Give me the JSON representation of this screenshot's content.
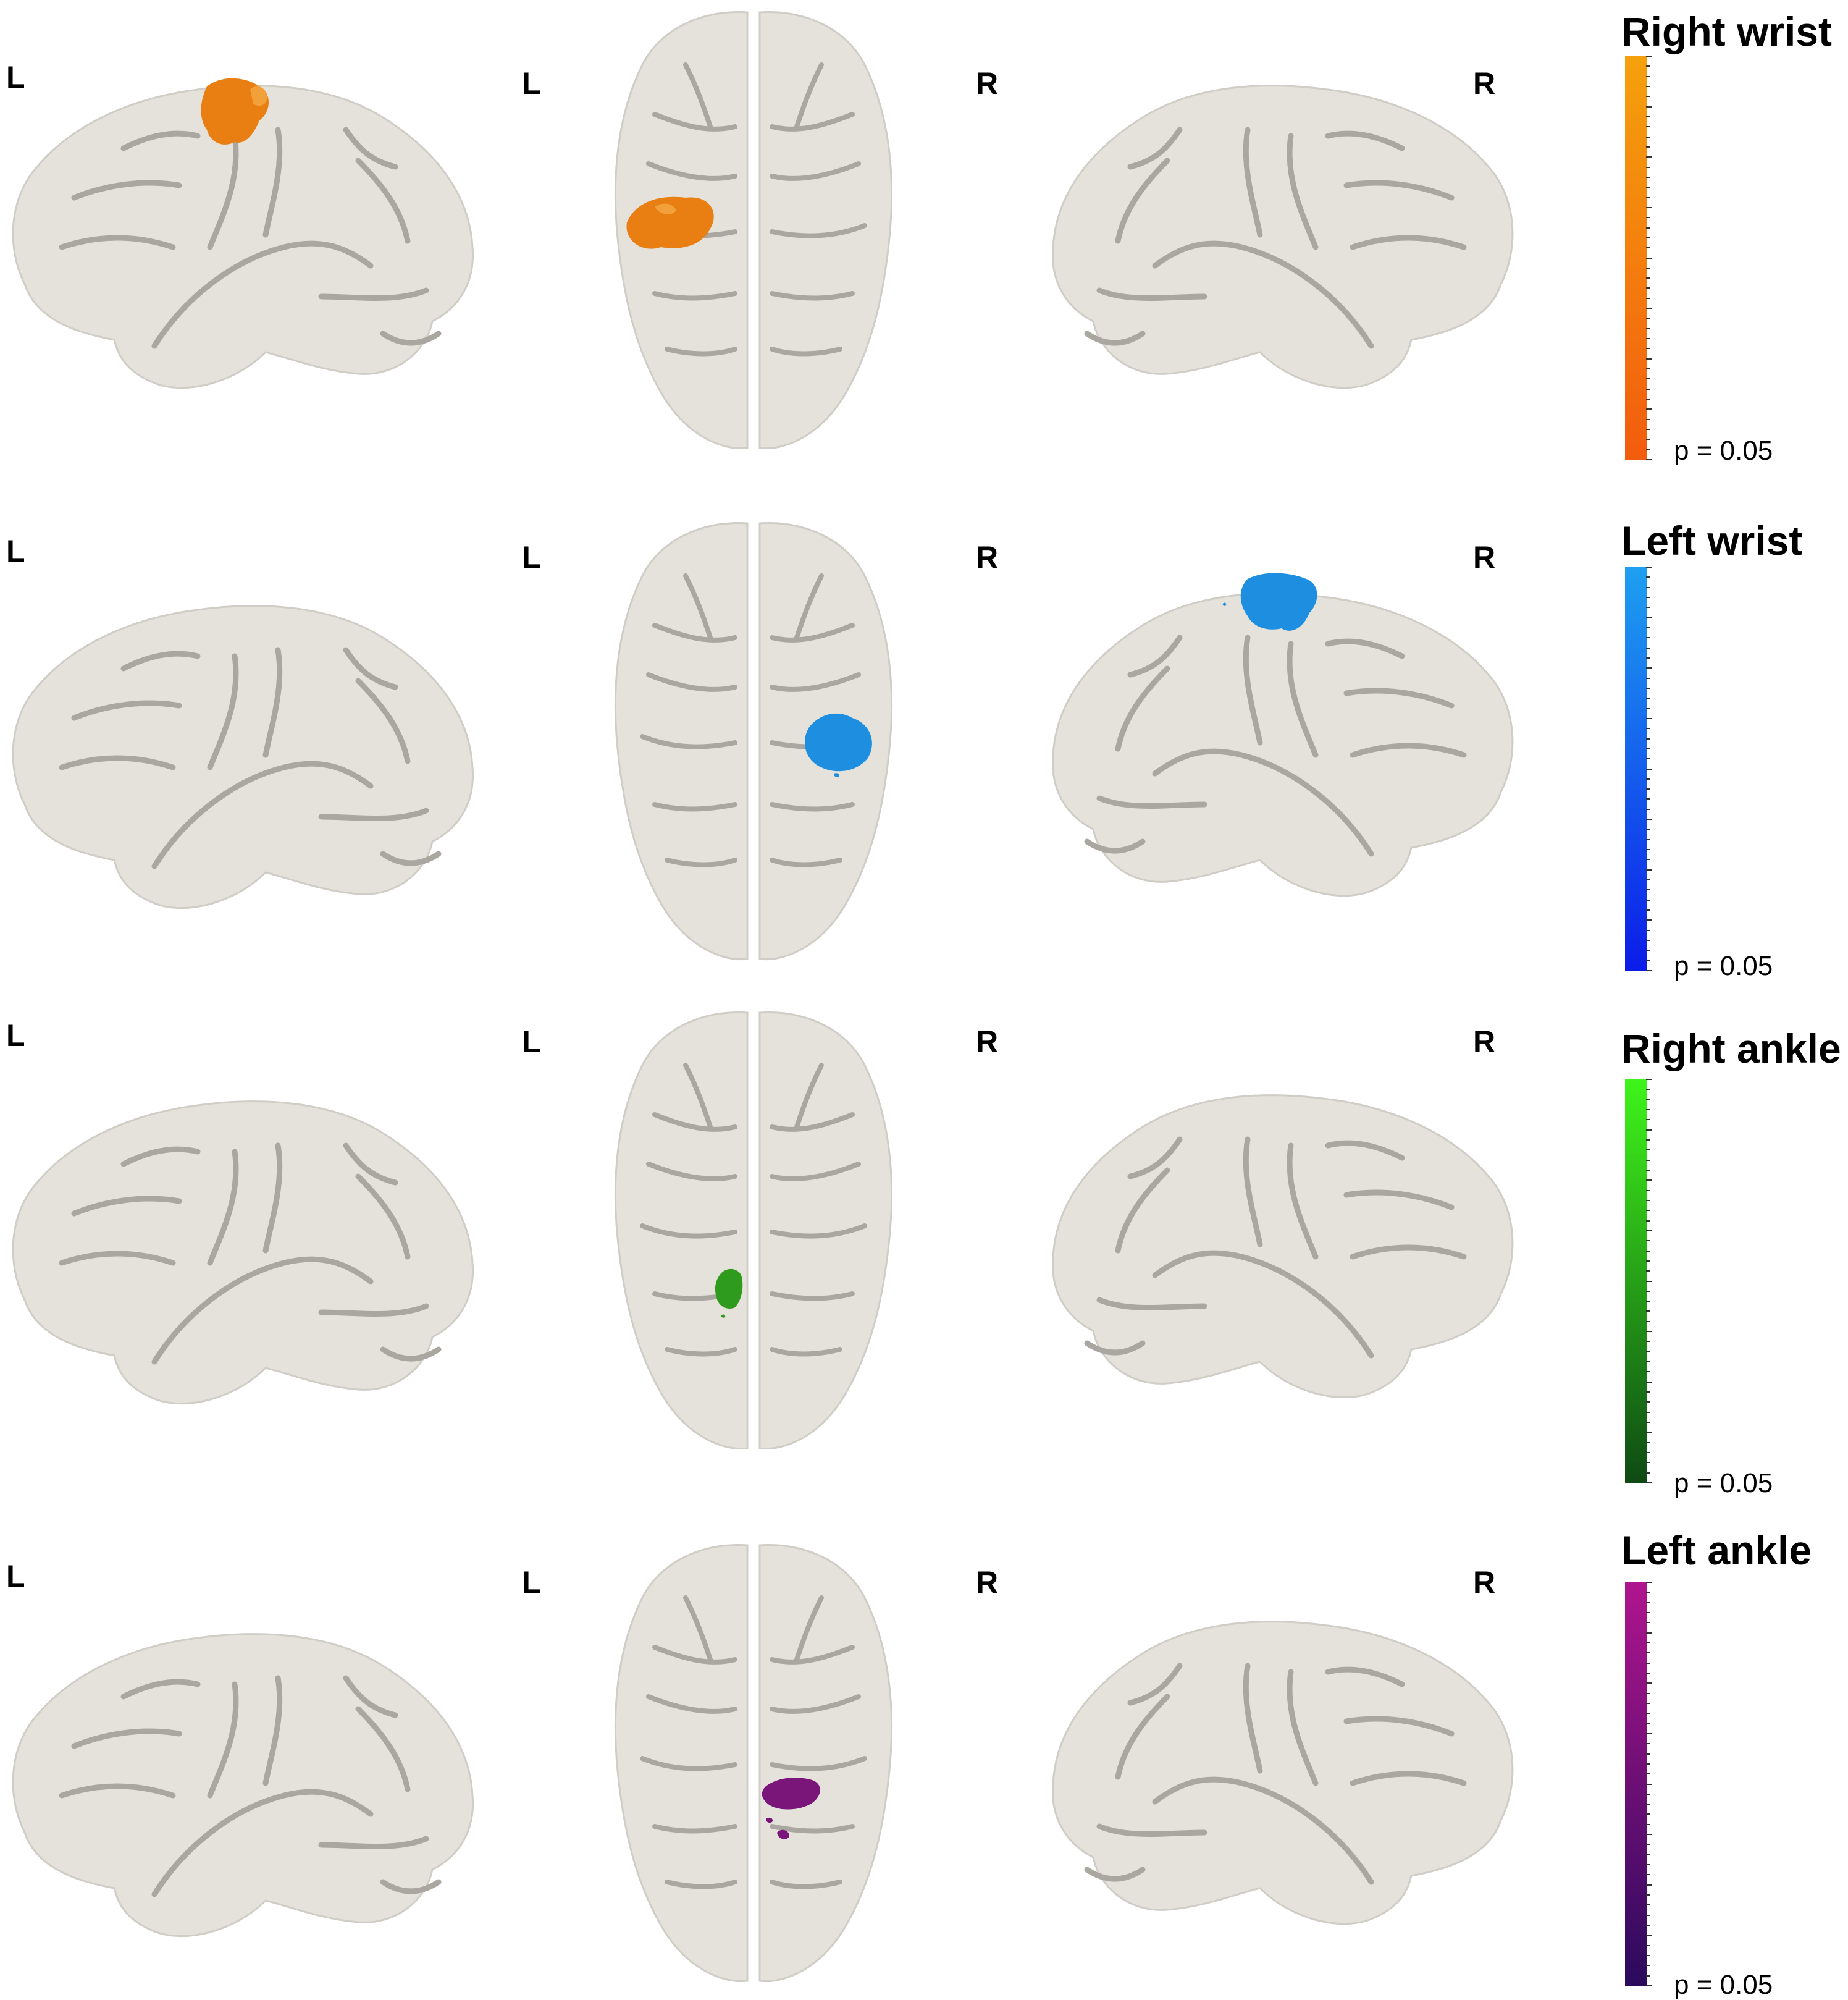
{
  "rows": [
    {
      "condition": "Right wrist",
      "threshold_label": "p = 0.05",
      "colorbar": {
        "top": "#F5A10D",
        "bottom": "#F25C0E"
      },
      "activation_color": "#E97F12",
      "activation_views": [
        "left-lateral",
        "superior"
      ],
      "side_labels": {
        "lateral_left": "L",
        "top_left": "L",
        "top_right": "R",
        "lateral_right": "R"
      }
    },
    {
      "condition": "Left wrist",
      "threshold_label": "p = 0.05",
      "colorbar": {
        "top": "#1EA0F0",
        "bottom": "#0B1CE8"
      },
      "activation_color": "#1E8FE0",
      "activation_views": [
        "superior",
        "right-lateral"
      ],
      "side_labels": {
        "lateral_left": "L",
        "top_left": "L",
        "top_right": "R",
        "lateral_right": "R"
      }
    },
    {
      "condition": "Right ankle",
      "threshold_label": "p = 0.05",
      "colorbar": {
        "top": "#3FF51A",
        "bottom": "#0E4A14"
      },
      "activation_color": "#2E9A1E",
      "activation_views": [
        "superior"
      ],
      "side_labels": {
        "lateral_left": "L",
        "top_left": "L",
        "top_right": "R",
        "lateral_right": "R"
      }
    },
    {
      "condition": "Left ankle",
      "threshold_label": "p = 0.05",
      "colorbar": {
        "top": "#B0148F",
        "bottom": "#2A0A5C"
      },
      "activation_color": "#7A157A",
      "activation_views": [
        "superior"
      ],
      "side_labels": {
        "lateral_left": "L",
        "top_left": "L",
        "top_right": "R",
        "lateral_right": "R"
      }
    }
  ],
  "brain_surface_color": "#E4E2DA",
  "sulcus_color": "#A9A7A0"
}
